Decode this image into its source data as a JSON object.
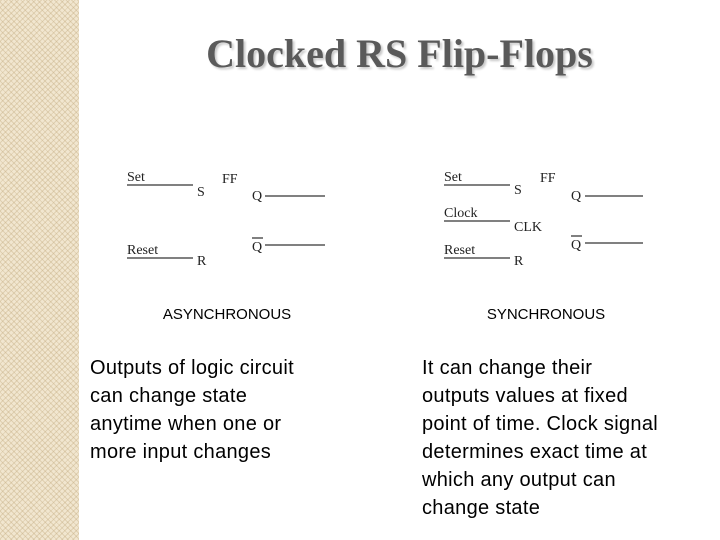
{
  "slide": {
    "title": "Clocked RS Flip-Flops"
  },
  "async_diagram": {
    "set": "Set",
    "reset": "Reset",
    "s": "S",
    "r": "R",
    "ff": "FF",
    "q": "Q",
    "q_bar": "Q",
    "caption": "ASYNCHRONOUS"
  },
  "sync_diagram": {
    "set": "Set",
    "clock": "Clock",
    "reset": "Reset",
    "s": "S",
    "r": "R",
    "ff": "FF",
    "clk": "CLK",
    "q": "Q",
    "q_bar": "Q",
    "caption": "SYNCHRONOUS"
  },
  "descriptions": {
    "async_lines": [
      "Outputs of logic circuit",
      "can change state",
      "anytime when one or",
      "more input changes"
    ],
    "sync_lines": [
      "It can change their",
      "outputs values at fixed",
      "point of time. Clock signal",
      "determines exact time at",
      "which any output can",
      "change state"
    ]
  }
}
